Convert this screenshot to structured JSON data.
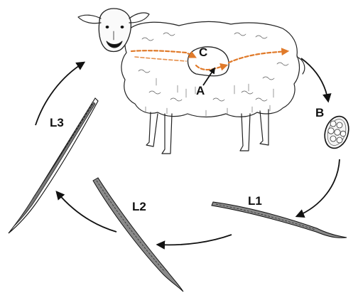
{
  "labels": {
    "a": "A",
    "b": "B",
    "c": "C",
    "l1": "L1",
    "l2": "L2",
    "l3": "L3"
  },
  "colors": {
    "ink": "#111111",
    "migration_path": "#e07a2a",
    "background": "#ffffff"
  }
}
